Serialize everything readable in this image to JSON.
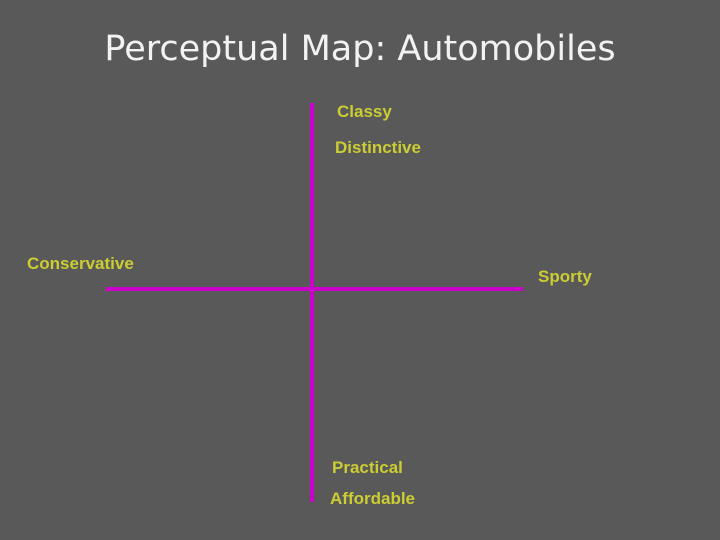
{
  "title": "Perceptual Map: Automobiles",
  "colors": {
    "background": "#595959",
    "title": "#F2F2F2",
    "axis": "#CC00CC",
    "label": "#CCCC33"
  },
  "map": {
    "type": "perceptual-map-quadrant",
    "axes": {
      "vertical": {
        "top_labels": [
          "Classy",
          "Distinctive"
        ],
        "bottom_labels": [
          "Practical",
          "Affordable"
        ]
      },
      "horizontal": {
        "left_label": "Conservative",
        "right_label": "Sporty"
      }
    },
    "labels": {
      "top_primary": "Classy",
      "top_secondary": "Distinctive",
      "left": "Conservative",
      "right": "Sporty",
      "bottom_primary": "Practical",
      "bottom_secondary": "Affordable"
    },
    "data_points": []
  }
}
